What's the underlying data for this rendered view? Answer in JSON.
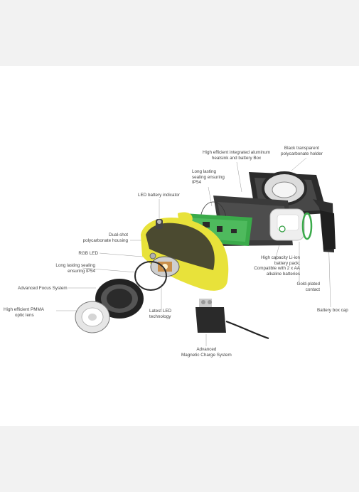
{
  "labels": {
    "black_transparent": [
      "Black transparent",
      "polycarbonate holder"
    ],
    "aluminum_heatsink": [
      "High efficient  integrated aluminum",
      "heatsink and battery Box"
    ],
    "long_lasting_top": [
      "Long lasting",
      "sealing ensuring",
      "IP54"
    ],
    "led_battery": [
      "LED battery indicator"
    ],
    "dual_shot": [
      "Dual-shot",
      "polycarbonate housing"
    ],
    "rgb_led": [
      "RGB LED"
    ],
    "long_lasting_left": [
      "Long lasting sealing",
      "ensuring  IP54"
    ],
    "focus_system": [
      "Advanced Focus System"
    ],
    "pmma_lens": [
      "High efficient PMMA",
      "optic lens"
    ],
    "latest_led": [
      "Latest LED",
      "technology"
    ],
    "magnetic_charge": [
      "Advanced",
      "Magnetic Charge System"
    ],
    "battery_pack": [
      "High capacity Li-ion",
      "battery pack;",
      "Compatible with 2 x AA",
      "alkaline batteries"
    ],
    "gold_contact": [
      "Gold-plated",
      "contact"
    ],
    "battery_cap": [
      "Battery box cap"
    ]
  },
  "colors": {
    "housing_yellow": "#e8e23a",
    "pcb_green": "#3aaa4a",
    "frame_dark": "#2b2b2b",
    "battery_white": "#eeeeee",
    "page_band": "#f2f2f2"
  }
}
